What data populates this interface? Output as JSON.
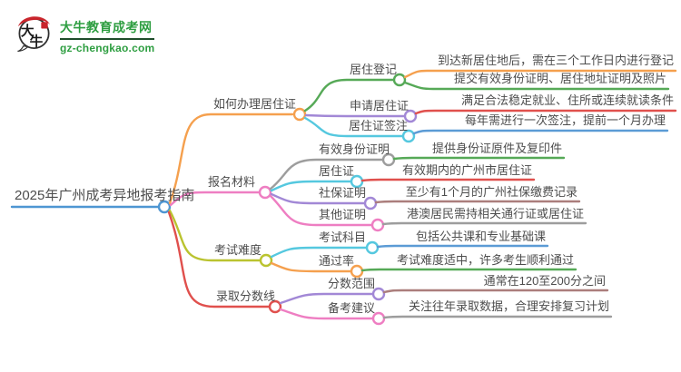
{
  "brand": {
    "logo_char1": "大",
    "logo_char2": "牛",
    "site_name": "大牛教育成考网",
    "site_url": "gz-chengkao.com",
    "brand_green": "#2e9e41",
    "logo_red": "#c9252c"
  },
  "colors": {
    "root_blue": "#4e96d2",
    "orange": "#f5a04e",
    "pink": "#ee7ec2",
    "olive": "#bac32f",
    "red": "#e0504d",
    "green": "#56a957",
    "purple": "#a288d6",
    "cyan": "#55c8df",
    "leaf_blue": "#5b9bd5",
    "gray": "#9d9d9d",
    "maroon": "#ab7e7c",
    "text": "#4d4d4d"
  },
  "mindmap": {
    "root": {
      "label": "2025年广州成考异地报考指南"
    },
    "branches": [
      {
        "label": "如何办理居住证",
        "children": [
          {
            "label": "居住登记",
            "leaves": [
              "到达新居住地后，需在三个工作日内进行登记",
              "提交有效身份证明、居住地址证明及照片"
            ]
          },
          {
            "label": "申请居住证",
            "leaves": [
              "满足合法稳定就业、住所或连续就读条件"
            ]
          },
          {
            "label": "居住证签注",
            "leaves": [
              "每年需进行一次签注，提前一个月办理"
            ]
          }
        ]
      },
      {
        "label": "报名材料",
        "children": [
          {
            "label": "有效身份证明",
            "leaves": [
              "提供身份证原件及复印件"
            ]
          },
          {
            "label": "居住证",
            "leaves": [
              "有效期内的广州市居住证"
            ]
          },
          {
            "label": "社保证明",
            "leaves": [
              "至少有1个月的广州社保缴费记录"
            ]
          },
          {
            "label": "其他证明",
            "leaves": [
              "港澳居民需持相关通行证或居住证"
            ]
          }
        ]
      },
      {
        "label": "考试难度",
        "children": [
          {
            "label": "考试科目",
            "leaves": [
              "包括公共课和专业基础课"
            ]
          },
          {
            "label": "通过率",
            "leaves": [
              "考试难度适中，许多考生顺利通过"
            ]
          }
        ]
      },
      {
        "label": "录取分数线",
        "children": [
          {
            "label": "分数范围",
            "leaves": [
              "通常在120至200分之间"
            ]
          },
          {
            "label": "备考建议",
            "leaves": [
              "关注往年录取数据，合理安排复习计划"
            ]
          }
        ]
      }
    ]
  }
}
